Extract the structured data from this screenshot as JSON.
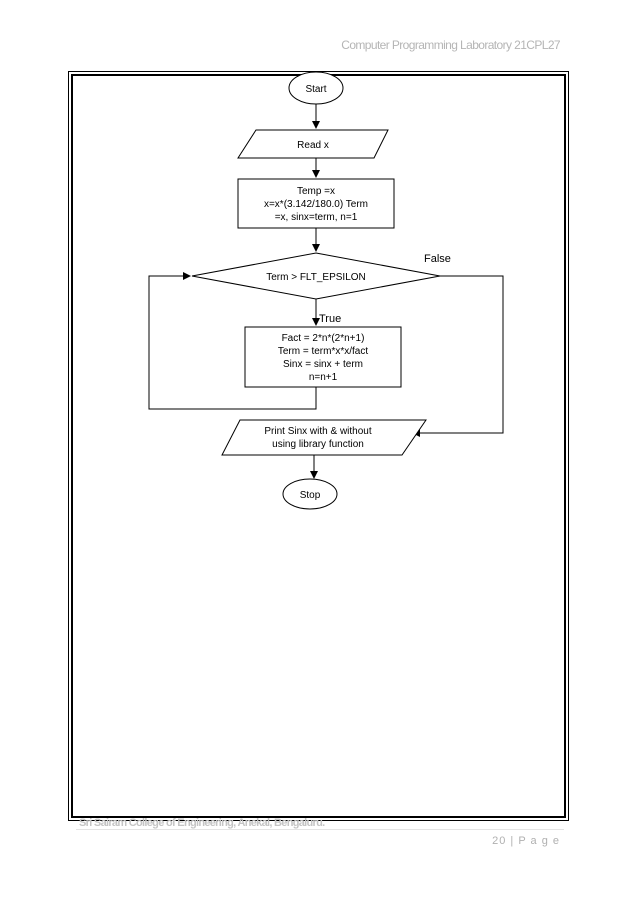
{
  "header": {
    "title": "Computer Programming Laboratory 21CPL27"
  },
  "flowchart": {
    "start": "Start",
    "read": "Read x",
    "init": [
      "Temp =x",
      "x=x*(3.142/180.0) Term",
      "=x, sinx=term, n=1"
    ],
    "condition": "Term > FLT_EPSILON",
    "false_label": "False",
    "true_label": "True",
    "loop_body": [
      "Fact = 2*n*(2*n+1)",
      "Term = term*x*x/fact",
      "Sinx = sinx + term",
      "n=n+1"
    ],
    "output": [
      "Print Sinx with & without",
      "using library function"
    ],
    "stop": "Stop"
  },
  "footer": {
    "college": "Sri Sairam College of Engineering, Anekal, Bengaluru.",
    "page": "20 | P a g e"
  }
}
